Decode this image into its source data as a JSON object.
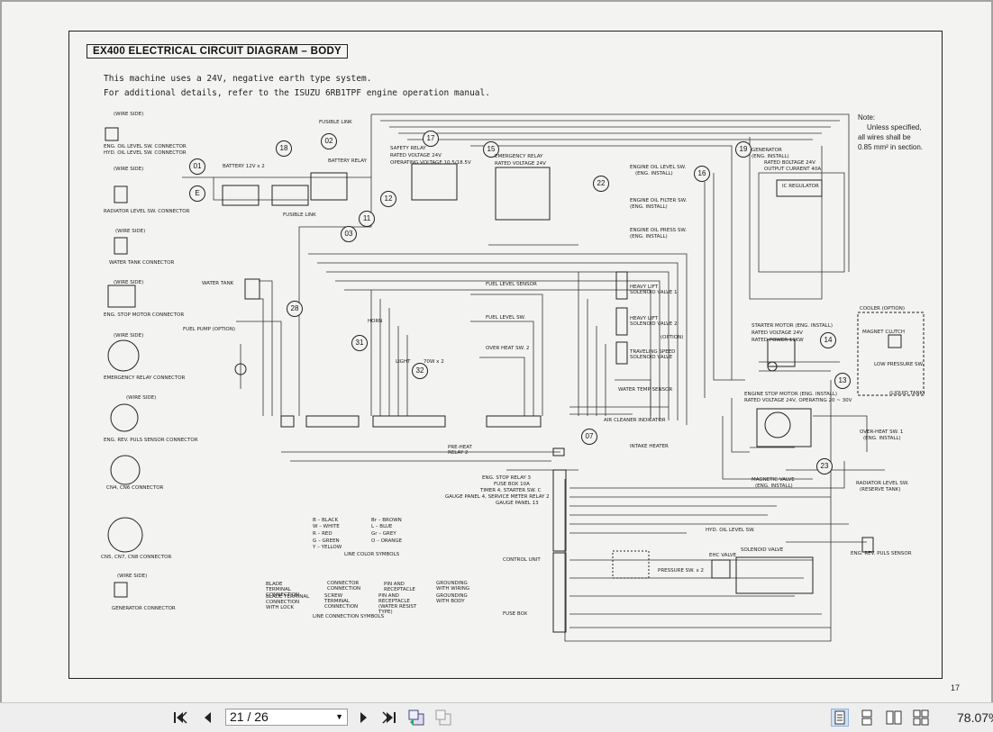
{
  "document": {
    "title": "EX400 ELECTRICAL CIRCUIT DIAGRAM – BODY",
    "intro_line1": "This machine uses a 24V, negative earth type system.",
    "intro_line2": "For additional details, refer to the ISUZU 6RB1TPF engine operation manual.",
    "note_title": "Note:",
    "note_line1": "Unless specified,",
    "note_line2": "all wires shall be",
    "note_line3": "0.85 mm² in section.",
    "page_number": "17"
  },
  "connectors": {
    "wire_side": "(WIRE SIDE)",
    "oil_level_1": "ENG. OIL LEVEL SW. CONNECTOR",
    "oil_level_2": "HYD. OIL LEVEL SW. CONNECTOR",
    "radiator": "RADIATOR LEVEL SW. CONNECTOR",
    "water_tank": "WATER TANK CONNECTOR",
    "eng_stop": "ENG. STOP MOTOR CONNECTOR",
    "emergency": "EMERGENCY RELAY CONNECTOR",
    "rev_puls": "ENG. REV. PULS SENSOR CONNECTOR",
    "cn4_cn6": "CN4, CN6 CONNECTOR",
    "cn5_7_8": "CN5, CN7, CN8 CONNECTOR",
    "generator": "GENERATOR CONNECTOR"
  },
  "components": {
    "battery": "BATTERY 12V x 2",
    "battery_relay": "BATTERY RELAY",
    "fusible_link_1": "FUSIBLE LINK",
    "fusible_link_2": "FUSIBLE LINK",
    "safety_relay": "SAFETY RELAY",
    "safety_relay_v": "RATED VOLTAGE 24V",
    "safety_relay_op": "OPERATING VOLTAGE 10.5/18.5V",
    "emergency_relay": "EMERGENCY RELAY",
    "emergency_relay_v": "RATED VOLTAGE 24V",
    "eng_oil_level": "ENGINE OIL LEVEL SW.",
    "eng_oil_filter": "ENGINE OIL FILTER SW.",
    "eng_oil_press": "ENGINE OIL PRESS SW.",
    "eng_install": "(ENG. INSTALL)",
    "generator": "GENERATOR",
    "generator_v": "RATED BOLTAGE 24V",
    "generator_c": "OUTPUT CURRENT 40A",
    "ic_regulator": "IC REGULATOR",
    "water_tank": "WATER TANK",
    "fuel_pump": "FUEL PUMP (OPTION)",
    "fuel_level_sensor": "FUEL LEVEL SENSOR",
    "fuel_level_sw": "FUEL LEVEL SW.",
    "over_heat_sw2": "OVER HEAT SW. 2",
    "heavy_lift_1": "HEAVY LIFT SOLENOID VALVE 1",
    "heavy_lift_2": "HEAVY LIFT SOLENOID VALVE 2",
    "option": "(OPTION)",
    "travel_speed": "TRAVELING SPEED SOLENOID VALVE",
    "water_temp": "WATER TEMP SENSOR",
    "air_cleaner": "AIR CLEANER INDICATOR",
    "horn": "HORN",
    "light": "LIGHT",
    "light_rating": "70W x 2",
    "starter_motor": "STARTER MOTOR (ENG. INSTALL)",
    "starter_v": "RATED VOLTAGE 24V",
    "starter_p": "RATED POWER 11KW",
    "cooler": "COOLER (OPTION)",
    "magnet_clutch": "MAGNET CLUTCH",
    "low_pressure": "LOW PRESSURE SW.",
    "liquid_tank": "(LIQUID TANK)",
    "eng_stop_motor": "ENGINE STOP MOTOR (ENG. INSTALL)",
    "eng_stop_v": "RATED VOLTAGE 24V, OPERATING 20 ~ 30V",
    "over_heat_sw1": "OVER-HEAT SW. 1",
    "radiator_level": "RADIATOR LEVEL SW.",
    "reserve_tank": "(RESERVE TANK)",
    "intake_heater": "INTAKE HEATER",
    "magnetic_valve": "MAGNETIC VALVE",
    "pre_heat": "PRE-HEAT RELAY 2",
    "hyd_oil_level": "HYD. OIL LEVEL SW.",
    "rev_puls_sensor": "ENG. REV. PULS SENSOR",
    "ehc_valve": "EHC VALVE",
    "solenoid_valve": "SOLENOID VALVE",
    "pressure_sw": "PRESSURE SW. x 2",
    "control_unit": "CONTROL UNIT",
    "fuse_box": "FUSE BOX",
    "cn7_list1": "ENG. STOP RELAY 3",
    "cn7_list2": "FUSE BOX 10A",
    "cn7_list3": "TIMER 4, STARTER SW. C",
    "cn7_list4": "GAUGE PANEL 4, SERVICE METER RELAY 2",
    "cn7_list5": "GAUGE PANEL 13"
  },
  "legend": {
    "color_title": "LINE COLOR SYMBOLS",
    "colors": [
      "B – BLACK",
      "W – WHITE",
      "R – RED",
      "G – GREEN",
      "Y – YELLOW",
      "Br – BROWN",
      "L – BLUE",
      "Gr – GREY",
      "O – ORANGE"
    ],
    "conn_title": "LINE CONNECTION SYMBOLS",
    "conn": [
      "BLADE TERMINAL CONNECTION",
      "CONNECTOR CONNECTION",
      "PIN AND RECEPTACLE",
      "GROUNDING WITH WIRING",
      "BLADE TERMINAL CONNECTION WITH LOCK",
      "SCREW TERMINAL CONNECTION",
      "PIN AND RECEPTACLE (WATER RESIST TYPE)",
      "GROUNDING WITH BODY"
    ]
  },
  "toolbar": {
    "page_display": "21 / 26",
    "zoom": "78.07%"
  }
}
